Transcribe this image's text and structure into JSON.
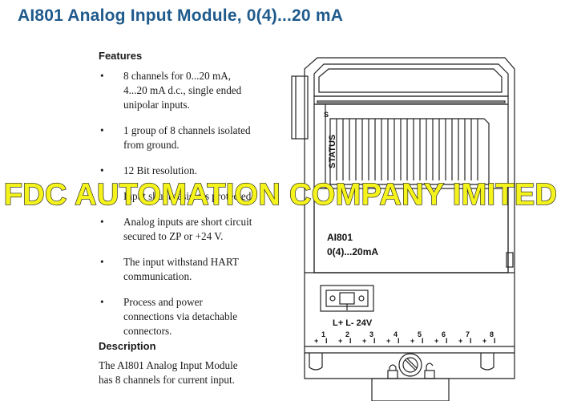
{
  "header": {
    "title": "AI801 Analog Input Module, 0(4)...20 mA"
  },
  "features": {
    "heading": "Features",
    "bullet": "•",
    "items": [
      {
        "line1": "8 channels for 0...20 mA,",
        "line2": "4...20 mA d.c., single ended",
        "line3": "unipolar inputs."
      },
      {
        "line1": "1 group of 8 channels isolated",
        "line2": "from ground."
      },
      {
        "line1": "12 Bit resolution."
      },
      {
        "line1": "Input shunt resistors protected"
      },
      {
        "line1": "Analog inputs are short circuit",
        "line2": "secured to ZP or +24 V."
      },
      {
        "line1": "The input withstand HART",
        "line2": "communication."
      },
      {
        "line1": "Process and power",
        "line2": "connections via detachable",
        "line3": "connectors."
      }
    ]
  },
  "description": {
    "heading": "Description",
    "line1": "The AI801 Analog Input Module",
    "line2": "has 8 channels for current input."
  },
  "module": {
    "indicator": "S",
    "status": "STATUS",
    "name": "AI801",
    "range": "0(4)...20mA",
    "power_label": "L+ L-  24V",
    "channels": [
      "1",
      "2",
      "3",
      "4",
      "5",
      "6",
      "7",
      "8"
    ],
    "plus": "+",
    "pipe": "I"
  },
  "watermark": {
    "text": "FDC AUTOMATION COMPANY IMITED"
  }
}
